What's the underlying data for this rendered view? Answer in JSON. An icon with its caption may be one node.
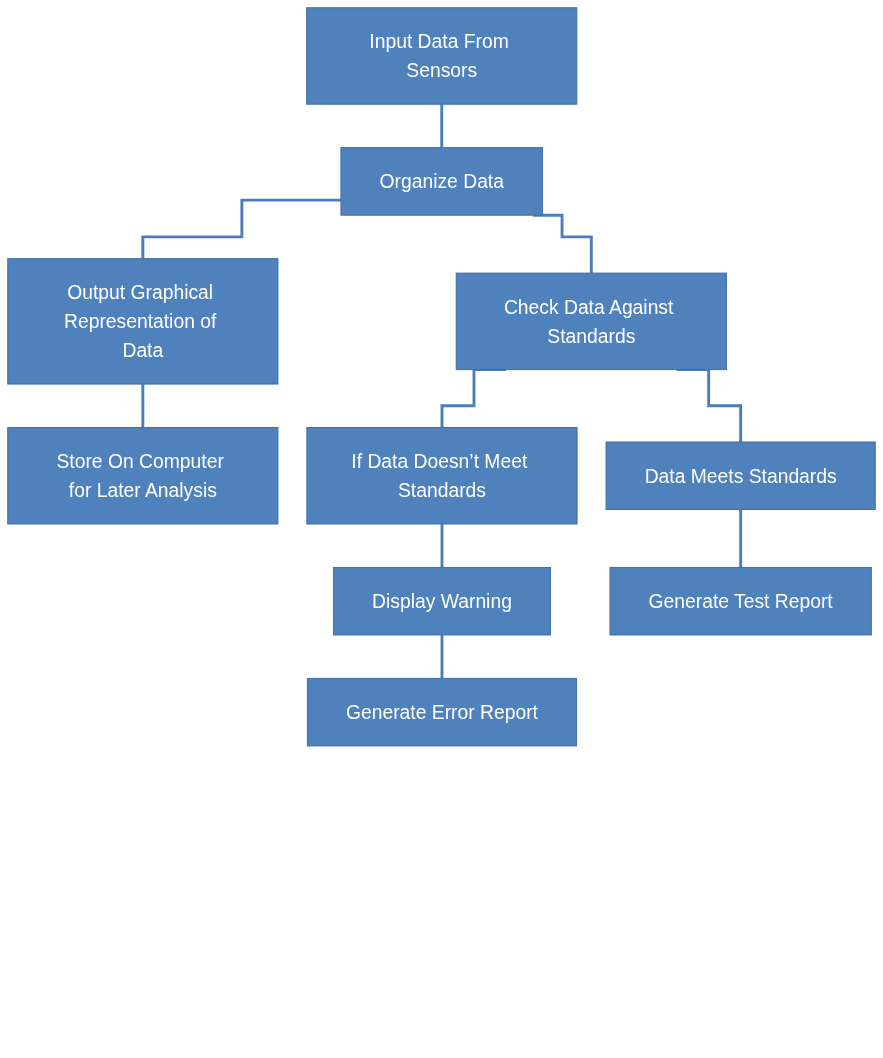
{
  "diagram": {
    "nodes": [
      {
        "text": [
          "Input Data From Sensors"
        ]
      },
      {
        "text": [
          "Organize Data"
        ]
      },
      {
        "text": [
          "Output Graphical Representation of Data"
        ]
      },
      {
        "text": [
          "Check Data Against Standards"
        ]
      },
      {
        "text": [
          "Store On Computer for Later Analysis"
        ]
      },
      {
        "text": [
          "If Data Doesn’t Meet Standards"
        ]
      },
      {
        "text": [
          "Data Meets Standards"
        ]
      },
      {
        "text": [
          "Display Warning"
        ]
      },
      {
        "text": [
          "Generate Test Report"
        ]
      },
      {
        "text": [
          "Generate Error Report"
        ]
      }
    ],
    "edges": [
      {
        "from": 0,
        "to": 1,
        "arrow": "none"
      },
      {
        "from": 1,
        "to": 2,
        "arrow": "none"
      },
      {
        "from": 1,
        "to": 3,
        "arrow": "none"
      },
      {
        "from": 2,
        "to": 4,
        "arrow": "none"
      },
      {
        "from": 3,
        "to": 5,
        "arrow": "none"
      },
      {
        "from": 3,
        "to": 6,
        "arrow": "none"
      },
      {
        "from": 5,
        "to": 7,
        "arrow": "none"
      },
      {
        "from": 6,
        "to": 8,
        "arrow": "none"
      },
      {
        "from": 7,
        "to": 9,
        "arrow": "none"
      }
    ]
  }
}
